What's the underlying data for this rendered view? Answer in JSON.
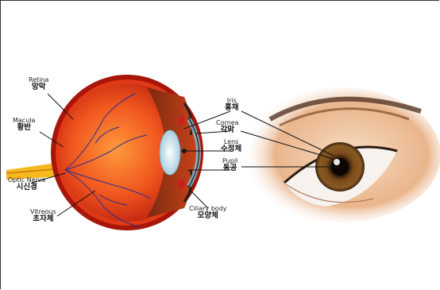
{
  "labels": {
    "retina": {
      "en": "Retina",
      "ko": "망막"
    },
    "macula": {
      "en": "Macula",
      "ko": "황반"
    },
    "optic": {
      "en": "Optic Nerve",
      "ko": "시신경"
    },
    "vitreous": {
      "en": "Vitreous",
      "ko": "초자체"
    },
    "iris": {
      "en": "Iris",
      "ko": "홍채"
    },
    "cornea": {
      "en": "Cornea",
      "ko": "각막"
    },
    "lens": {
      "en": "Lens",
      "ko": "수정체"
    },
    "pupil": {
      "en": "Pupil",
      "ko": "동공"
    },
    "ciliary": {
      "en": "Ciliary body",
      "ko": "모양체"
    }
  },
  "colors": {
    "sclera": "#c8230f",
    "choroid": "#e8461c",
    "interior": "#f26a24",
    "vessel": "#2a2f8f",
    "cornea": "#bfe3f2",
    "iris_real": "#6b3a12",
    "skin": "#f3d6b8"
  }
}
